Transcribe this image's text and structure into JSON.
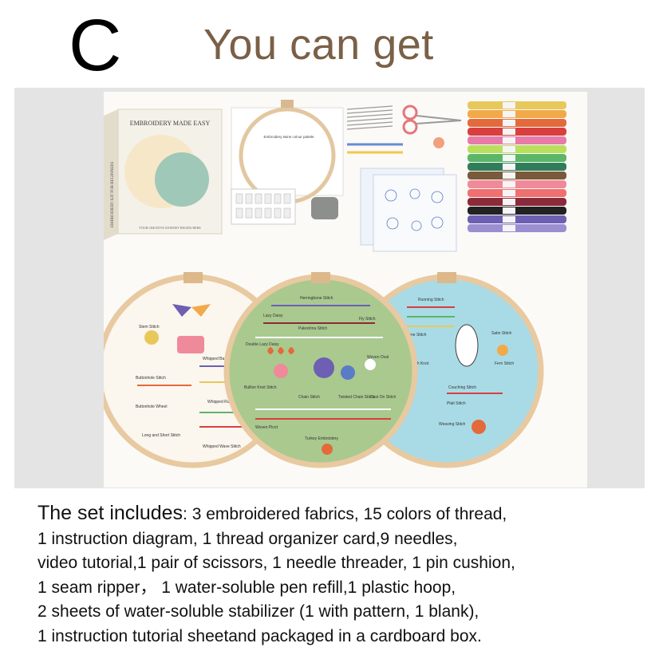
{
  "heading": {
    "letter": "C",
    "title": "You can get"
  },
  "product_image": {
    "box_title": "EMBROIDERY MADE EASY",
    "box_spine": "EMBROIDERY KIT FOR BEGINNERS",
    "box_footer": "YOUR CREATIVE JOURNEY BEGINS HERE",
    "palette_title": "Embroidery twine colour palette",
    "hoop_left_labels": [
      "Stem Stitch",
      "Buttonhole Stitch",
      "Whipped Back Stitch",
      "Buttonhole Wheel",
      "Whipped Running Stitch",
      "Long and Short Stitch",
      "Whipped Wave Stitch"
    ],
    "hoop_center_labels": [
      "Herringbone Stitch",
      "Lazy Daisy",
      "Fly Stitch",
      "Palestrina Stitch",
      "Double Lazy Daisy",
      "Woven Oval",
      "Bullion Knot Stitch",
      "Chain Stitch",
      "Twisted Chain Stitch",
      "Cast On Stitch",
      "Woven Picot",
      "Turkey Embroidery"
    ],
    "hoop_right_labels": [
      "Running Stitch",
      "Fishbone Stitch",
      "Satin Stitch",
      "French Knot",
      "Fern Stitch",
      "Couching Stitch",
      "Plait Stitch",
      "Weaving Stitch"
    ]
  },
  "includes": {
    "lead": "The set includes",
    "lines": [
      ": 3 embroidered fabrics, 15 colors of thread,",
      "1 instruction diagram, 1 thread organizer card,9 needles,",
      "video tutorial,1 pair of scissors, 1 needle threader, 1 pin cushion,",
      "1 seam ripper， 1 water-soluble pen refill,1 plastic hoop,",
      "2 sheets of water-soluble stabilizer (1 with pattern, 1 blank),",
      "1 instruction tutorial sheetand packaged in a cardboard box."
    ]
  },
  "colors": {
    "title_brown": "#7a6047",
    "frame_gray": "#e4e4e4",
    "hoop_wood": "#e8c9a0",
    "fabric_left": "#fbf6ee",
    "fabric_center": "#a9c98f",
    "fabric_right": "#a9dbe6"
  },
  "thread_colors": [
    "#e8c85a",
    "#f2a94a",
    "#e46a3b",
    "#d7403f",
    "#e77aa7",
    "#b9e05c",
    "#5db56a",
    "#2f7d59",
    "#7a5a3a",
    "#ef8a9b",
    "#f06f6f",
    "#8a2a3a",
    "#222222",
    "#6d5fb3",
    "#9b8fd1"
  ]
}
